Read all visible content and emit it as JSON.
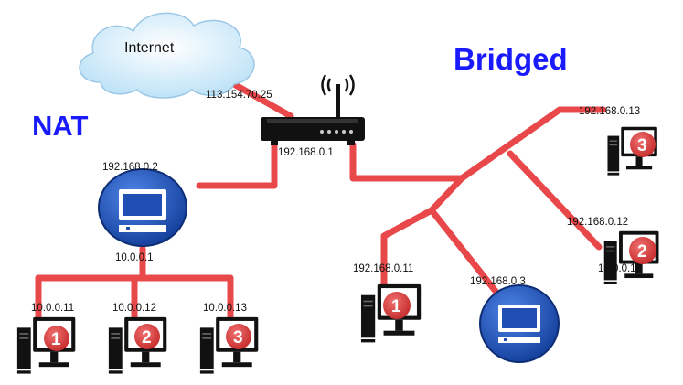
{
  "cloud": {
    "label": "Internet"
  },
  "modes": {
    "nat": "NAT",
    "bridged": "Bridged"
  },
  "router": {
    "wan_ip": "113.154.70.25",
    "lan_ip": "192.168.0.1"
  },
  "nat": {
    "host_ip": "192.168.0.2",
    "gateway_ip": "10.0.0.1",
    "vms": [
      {
        "num": "1",
        "ip": "10.0.0.11"
      },
      {
        "num": "2",
        "ip": "10.0.0.12"
      },
      {
        "num": "3",
        "ip": "10.0.0.13"
      }
    ]
  },
  "bridged": {
    "host_ip": "192.168.0.3",
    "vms": [
      {
        "num": "1",
        "ip": "192.168.0.11"
      },
      {
        "num": "2",
        "ip": "192.168.0.12",
        "overlay_ip": "10.0.0.11"
      },
      {
        "num": "3",
        "ip": "192.168.0.13"
      }
    ]
  },
  "colors": {
    "link": "#e8484a",
    "mode_text": "#1a1aff",
    "host_fill": "#1f4fb5",
    "badge": "#d93838"
  }
}
